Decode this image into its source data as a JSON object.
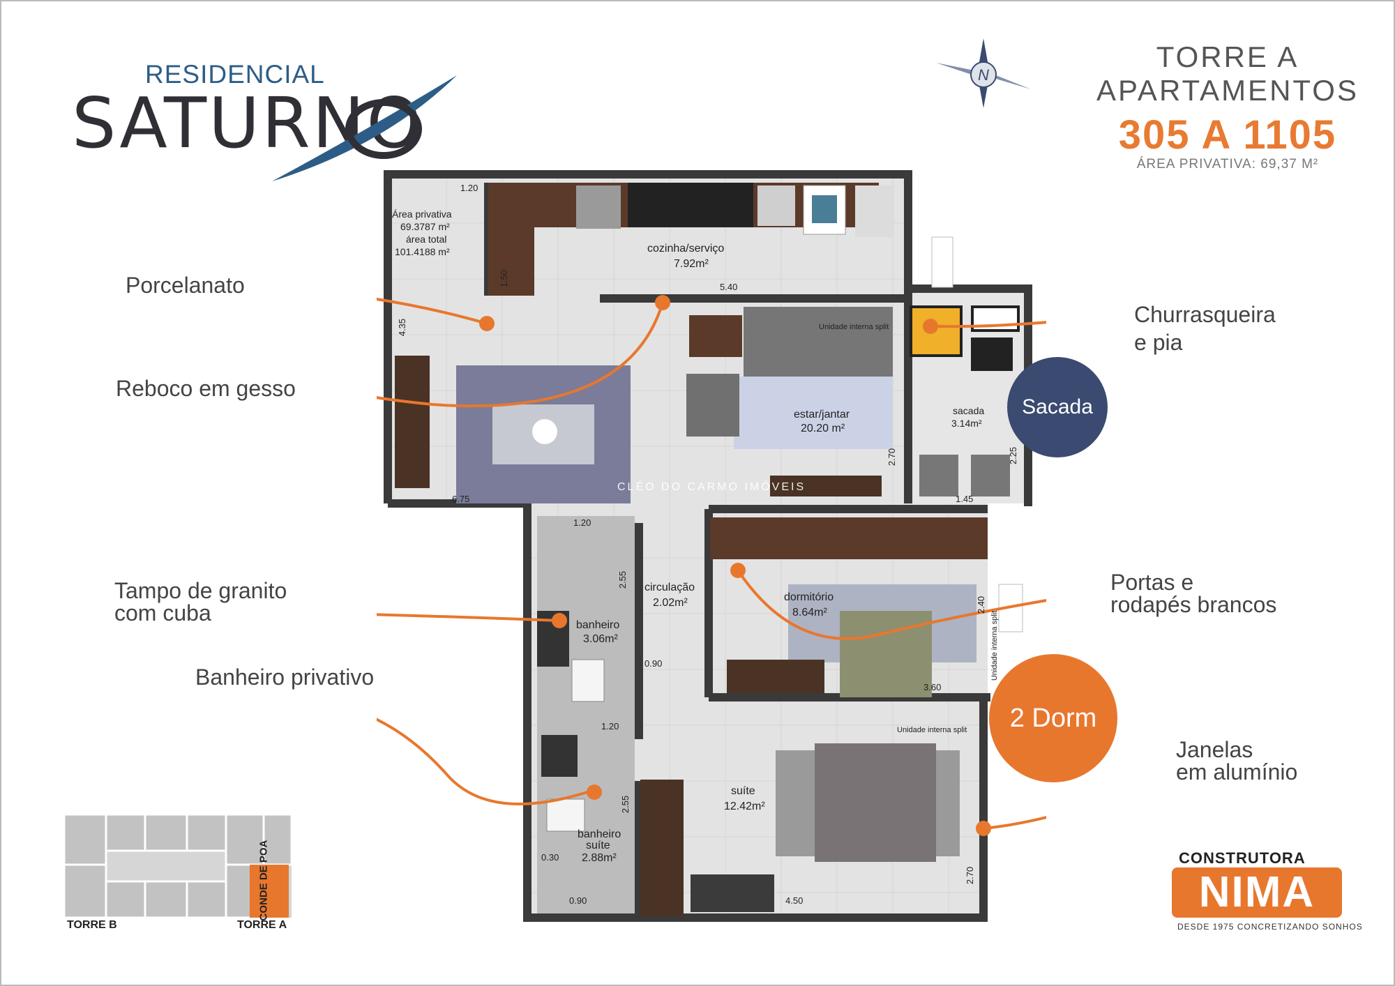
{
  "brand": {
    "line1": "RESIDENCIAL",
    "line2": "SATURNO"
  },
  "header": {
    "torre": "TORRE A",
    "apartamentos": "APARTAMENTOS",
    "range": "305 A 1105",
    "area_privativa": "ÁREA PRIVATIVA: 69,37 M²"
  },
  "callouts": {
    "porcelanato": "Porcelanato",
    "reboco": "Reboco em gesso",
    "tampo_l1": "Tampo de granito",
    "tampo_l2": "com cuba",
    "banheiro_privativo": "Banheiro privativo",
    "churrasqueira_l1": "Churrasqueira",
    "churrasqueira_l2": "e pia",
    "portas_l1": "Portas e",
    "portas_l2": "rodapés brancos",
    "janelas_l1": "Janelas",
    "janelas_l2": "em alumínio"
  },
  "badges": {
    "sacada": "Sacada",
    "dorm": "2 Dorm"
  },
  "rooms": {
    "area_privativa_label": "Área privativa",
    "area_privativa_value": "69.3787 m²",
    "area_total_label": "área total",
    "area_total_value": "101.4188 m²",
    "cozinha": "cozinha/serviço",
    "cozinha_area": "7.92m²",
    "estar": "estar/jantar",
    "estar_area": "20.20 m²",
    "sacada": "sacada",
    "sacada_area": "3.14m²",
    "circulacao": "circulação",
    "circulacao_area": "2.02m²",
    "banheiro": "banheiro",
    "banheiro_area": "3.06m²",
    "dormitorio": "dormitório",
    "dormitorio_area": "8.64m²",
    "suite": "suíte",
    "suite_area": "12.42m²",
    "banheiro_suite_l1": "banheiro",
    "banheiro_suite_l2": "suíte",
    "banheiro_suite_area": "2.88m²",
    "split1": "Unidade interna split",
    "split2": "Unidade interna split",
    "split3": "Unidade interna split"
  },
  "dims": {
    "d120a": "1.20",
    "d150": "1.50",
    "d540": "5.40",
    "d435": "4.35",
    "d675": "6.75",
    "d270a": "2.70",
    "d225": "2.25",
    "d145": "1.45",
    "d120b": "1.20",
    "d255a": "2.55",
    "d090a": "0.90",
    "d240": "2.40",
    "d360": "3.60",
    "d120c": "1.20",
    "d255b": "2.55",
    "d030": "0.30",
    "d090b": "0.90",
    "d450": "4.50",
    "d270b": "2.70"
  },
  "key_plan": {
    "torre_b": "TORRE B",
    "torre_a": "TORRE A",
    "street": "CONDE DE POA"
  },
  "compass": {
    "letter": "N"
  },
  "builder": {
    "construtora": "CONSTRUTORA",
    "name": "NIMA",
    "tagline": "DESDE 1975 CONCRETIZANDO SONHOS"
  },
  "watermark": "CLÉO DO CARMO IMÓVEIS",
  "colors": {
    "accent": "#e8772e",
    "navy": "#3b4a70",
    "brand_blue": "#2d5d86"
  }
}
